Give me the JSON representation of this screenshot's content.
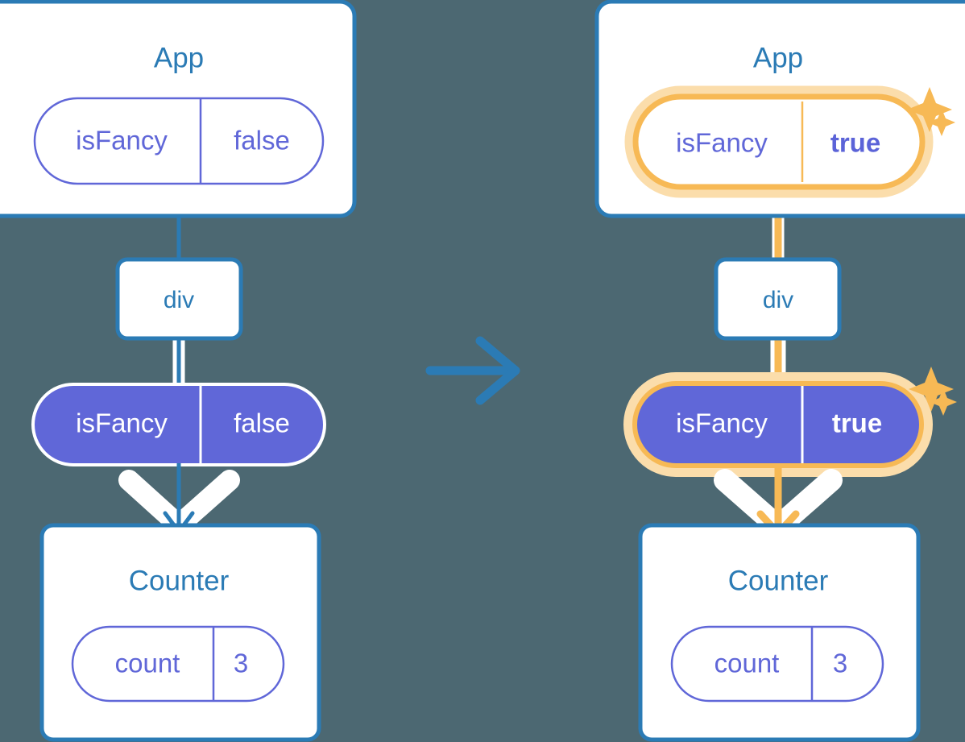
{
  "meta": {
    "background_color": "#4c6872",
    "box_border_color": "#2b7bb5",
    "box_fill_color": "#ffffff",
    "pill_outline_color": "#6067d8",
    "pill_fill_color": "#6067d8",
    "highlight_color": "#f7b955",
    "highlight_glow_color": "#fbddab",
    "white": "#ffffff"
  },
  "before": {
    "app": {
      "title": "App",
      "state": {
        "key": "isFancy",
        "value": "false",
        "style": "outline",
        "highlighted": false
      }
    },
    "div": {
      "label": "div"
    },
    "prop": {
      "key": "isFancy",
      "value": "false",
      "style": "filled",
      "highlighted": false
    },
    "counter": {
      "title": "Counter",
      "state": {
        "key": "count",
        "value": "3",
        "style": "outline",
        "highlighted": false
      }
    }
  },
  "transition": {
    "icon": "right-arrow-icon",
    "color": "#2b7bb5"
  },
  "after": {
    "app": {
      "title": "App",
      "state": {
        "key": "isFancy",
        "value": "true",
        "style": "outline",
        "highlighted": true
      }
    },
    "div": {
      "label": "div"
    },
    "prop": {
      "key": "isFancy",
      "value": "true",
      "style": "filled",
      "highlighted": true
    },
    "counter": {
      "title": "Counter",
      "state": {
        "key": "count",
        "value": "3",
        "style": "outline",
        "highlighted": false
      }
    },
    "sparkles": [
      {
        "name": "sparkle-large",
        "size": "large"
      },
      {
        "name": "sparkle-small",
        "size": "small"
      }
    ]
  }
}
